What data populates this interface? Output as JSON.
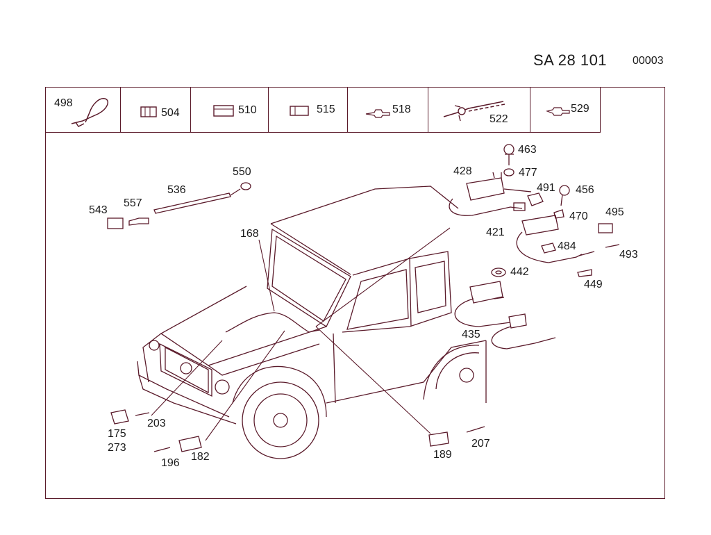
{
  "document": {
    "code_main": "SA   28 101",
    "code_sub": "00003"
  },
  "header_parts": [
    {
      "num": "498",
      "icon": "cable-tie-icon"
    },
    {
      "num": "504",
      "icon": "connector-housing-icon"
    },
    {
      "num": "510",
      "icon": "connector-housing-icon"
    },
    {
      "num": "515",
      "icon": "connector-housing-icon"
    },
    {
      "num": "518",
      "icon": "terminal-pin-icon"
    },
    {
      "num": "522",
      "icon": "clamp-strap-icon"
    },
    {
      "num": "529",
      "icon": "terminal-socket-icon"
    }
  ],
  "callouts": {
    "c463": "463",
    "c428": "428",
    "c477": "477",
    "c491": "491",
    "c456": "456",
    "c470": "470",
    "c495": "495",
    "c421": "421",
    "c484": "484",
    "c493": "493",
    "c449": "449",
    "c442": "442",
    "c435": "435",
    "c550": "550",
    "c536": "536",
    "c557": "557",
    "c543": "543",
    "c168": "168",
    "c175": "175",
    "c273": "273",
    "c203": "203",
    "c196": "196",
    "c182": "182",
    "c189": "189",
    "c207": "207"
  },
  "colors": {
    "line": "#5a1a2a",
    "ink": "#1a1a1a"
  }
}
